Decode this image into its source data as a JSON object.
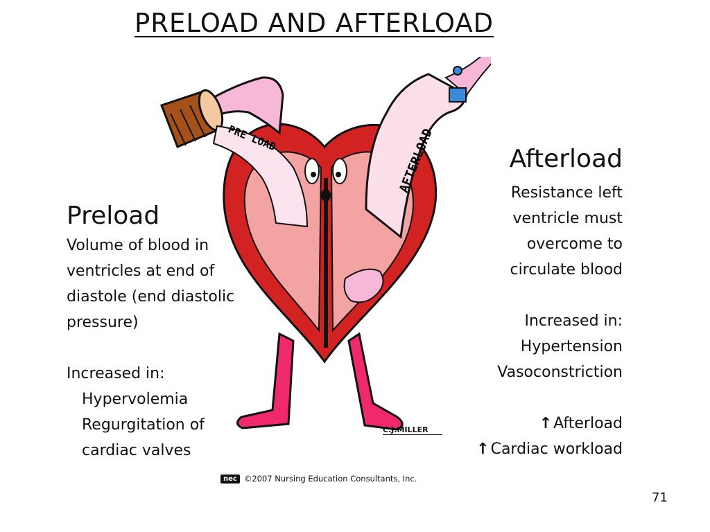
{
  "slide": {
    "title": "PRELOAD AND AFTERLOAD",
    "page_number": "71"
  },
  "preload": {
    "heading": "Preload",
    "definition_lines": [
      "Volume of blood in",
      "ventricles at end of",
      "diastole (end diastolic",
      "pressure)"
    ],
    "increased_label": "Increased in:",
    "causes": [
      "Hypervolemia",
      "Regurgitation of",
      "cardiac valves"
    ]
  },
  "afterload": {
    "heading": "Afterload",
    "definition_lines": [
      "Resistance left",
      "ventricle must",
      "overcome to",
      "circulate blood"
    ],
    "increased_label": "Increased in:",
    "causes": [
      "Hypertension",
      "Vasoconstriction"
    ],
    "effects": [
      {
        "arrow": "↑",
        "text": "Afterload"
      },
      {
        "arrow": "↑",
        "text": "Cardiac workload"
      }
    ]
  },
  "illustration": {
    "preload_label": "PRE LOAD",
    "afterload_label": "AFTERLOAD",
    "signature": "C.J.MILLER"
  },
  "footer": {
    "logo_text": "nec",
    "copyright": "©2007 Nursing Education Consultants, Inc."
  },
  "colors": {
    "heart_red": "#d22222",
    "heart_inner": "#f4a3a3",
    "pink_vessel": "#f7b8d8",
    "legs": "#f0286e",
    "clamp_blue": "#3a8ad8",
    "cup_brown": "#a5521a"
  }
}
